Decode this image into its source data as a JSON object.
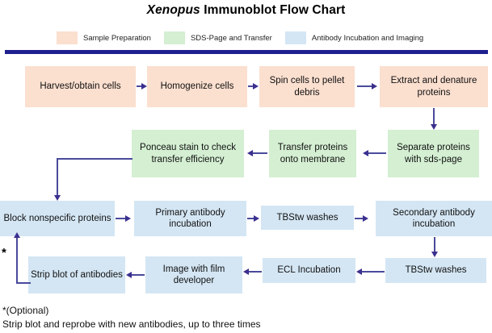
{
  "title": {
    "species": "Xenopus",
    "rest": " Immunoblot Flow Chart"
  },
  "legend": {
    "items": [
      {
        "label": "Sample Preparation",
        "color": "#fbdfcf"
      },
      {
        "label": "SDS-Page and Transfer",
        "color": "#d4efd2"
      },
      {
        "label": "Antibody Incubation and Imaging",
        "color": "#d4e6f4"
      }
    ]
  },
  "divider_color": "#1f1f8f",
  "connector_color": "#4a4a9c",
  "chart_data": {
    "type": "diagram",
    "title": "Xenopus Immunoblot Flow Chart",
    "subtype": "flowchart",
    "legend_position": "top",
    "categories": [
      "Sample Preparation",
      "SDS-Page and Transfer",
      "Antibody Incubation and Imaging"
    ],
    "nodes": [
      {
        "id": "n1",
        "label": "Harvest/obtain cells",
        "group": "Sample Preparation",
        "color": "#fbdfcf",
        "row": 1
      },
      {
        "id": "n2",
        "label": "Homogenize cells",
        "group": "Sample Preparation",
        "color": "#fbdfcf",
        "row": 1
      },
      {
        "id": "n3",
        "label": "Spin cells to pellet debris",
        "group": "Sample Preparation",
        "color": "#fbdfcf",
        "row": 1
      },
      {
        "id": "n4",
        "label": "Extract and denature proteins",
        "group": "Sample Preparation",
        "color": "#fbdfcf",
        "row": 1
      },
      {
        "id": "n5",
        "label": "Separate proteins with sds-page",
        "group": "SDS-Page and Transfer",
        "color": "#d4efd2",
        "row": 2
      },
      {
        "id": "n6",
        "label": "Transfer proteins onto membrane",
        "group": "SDS-Page and Transfer",
        "color": "#d4efd2",
        "row": 2
      },
      {
        "id": "n7",
        "label": "Ponceau stain to check transfer efficiency",
        "group": "SDS-Page and Transfer",
        "color": "#d4efd2",
        "row": 2
      },
      {
        "id": "n8",
        "label": "Block nonspecific proteins",
        "group": "Antibody Incubation and Imaging",
        "color": "#d4e6f4",
        "row": 3
      },
      {
        "id": "n9",
        "label": "Primary antibody incubation",
        "group": "Antibody Incubation and Imaging",
        "color": "#d4e6f4",
        "row": 3
      },
      {
        "id": "n10",
        "label": "TBStw washes",
        "group": "Antibody Incubation and Imaging",
        "color": "#d4e6f4",
        "row": 3
      },
      {
        "id": "n11",
        "label": "Secondary antibody incubation",
        "group": "Antibody Incubation and Imaging",
        "color": "#d4e6f4",
        "row": 3
      },
      {
        "id": "n12",
        "label": "TBStw washes",
        "group": "Antibody Incubation and Imaging",
        "color": "#d4e6f4",
        "row": 4
      },
      {
        "id": "n13",
        "label": "ECL Incubation",
        "group": "Antibody Incubation and Imaging",
        "color": "#d4e6f4",
        "row": 4
      },
      {
        "id": "n14",
        "label": "Image with film developer",
        "group": "Antibody Incubation and Imaging",
        "color": "#d4e6f4",
        "row": 4
      },
      {
        "id": "n15",
        "label": "Strip blot of antibodies",
        "group": "Antibody Incubation and Imaging",
        "color": "#d4e6f4",
        "row": 4
      }
    ],
    "edges": [
      {
        "from": "n1",
        "to": "n2",
        "direction": "right"
      },
      {
        "from": "n2",
        "to": "n3",
        "direction": "right"
      },
      {
        "from": "n3",
        "to": "n4",
        "direction": "right"
      },
      {
        "from": "n4",
        "to": "n5",
        "direction": "down"
      },
      {
        "from": "n5",
        "to": "n6",
        "direction": "left"
      },
      {
        "from": "n6",
        "to": "n7",
        "direction": "left"
      },
      {
        "from": "n7",
        "to": "n8",
        "direction": "elbow-left-down"
      },
      {
        "from": "n8",
        "to": "n9",
        "direction": "right"
      },
      {
        "from": "n9",
        "to": "n10",
        "direction": "right"
      },
      {
        "from": "n10",
        "to": "n11",
        "direction": "right"
      },
      {
        "from": "n11",
        "to": "n12",
        "direction": "down"
      },
      {
        "from": "n12",
        "to": "n13",
        "direction": "left"
      },
      {
        "from": "n13",
        "to": "n14",
        "direction": "left"
      },
      {
        "from": "n14",
        "to": "n15",
        "direction": "left"
      },
      {
        "from": "n15",
        "to": "n8",
        "direction": "elbow-left-up",
        "optional": true,
        "marker": "*"
      }
    ]
  },
  "nodes": {
    "n1": "Harvest/obtain cells",
    "n2": "Homogenize cells",
    "n3": "Spin cells to pellet debris",
    "n4": "Extract and denature proteins",
    "n5": "Separate proteins with sds-page",
    "n6": "Transfer proteins onto membrane",
    "n7": "Ponceau stain to check transfer efficiency",
    "n8": "Block nonspecific proteins",
    "n9": "Primary antibody incubation",
    "n10": "TBStw washes",
    "n11": "Secondary antibody incubation",
    "n12": "TBStw washes",
    "n13": "ECL Incubation",
    "n14": "Image with film developer",
    "n15": "Strip blot of antibodies"
  },
  "optional_marker": "*",
  "footnote": {
    "line1": "*(Optional)",
    "line2": "Strip blot and reprobe with new antibodies, up to three times"
  }
}
